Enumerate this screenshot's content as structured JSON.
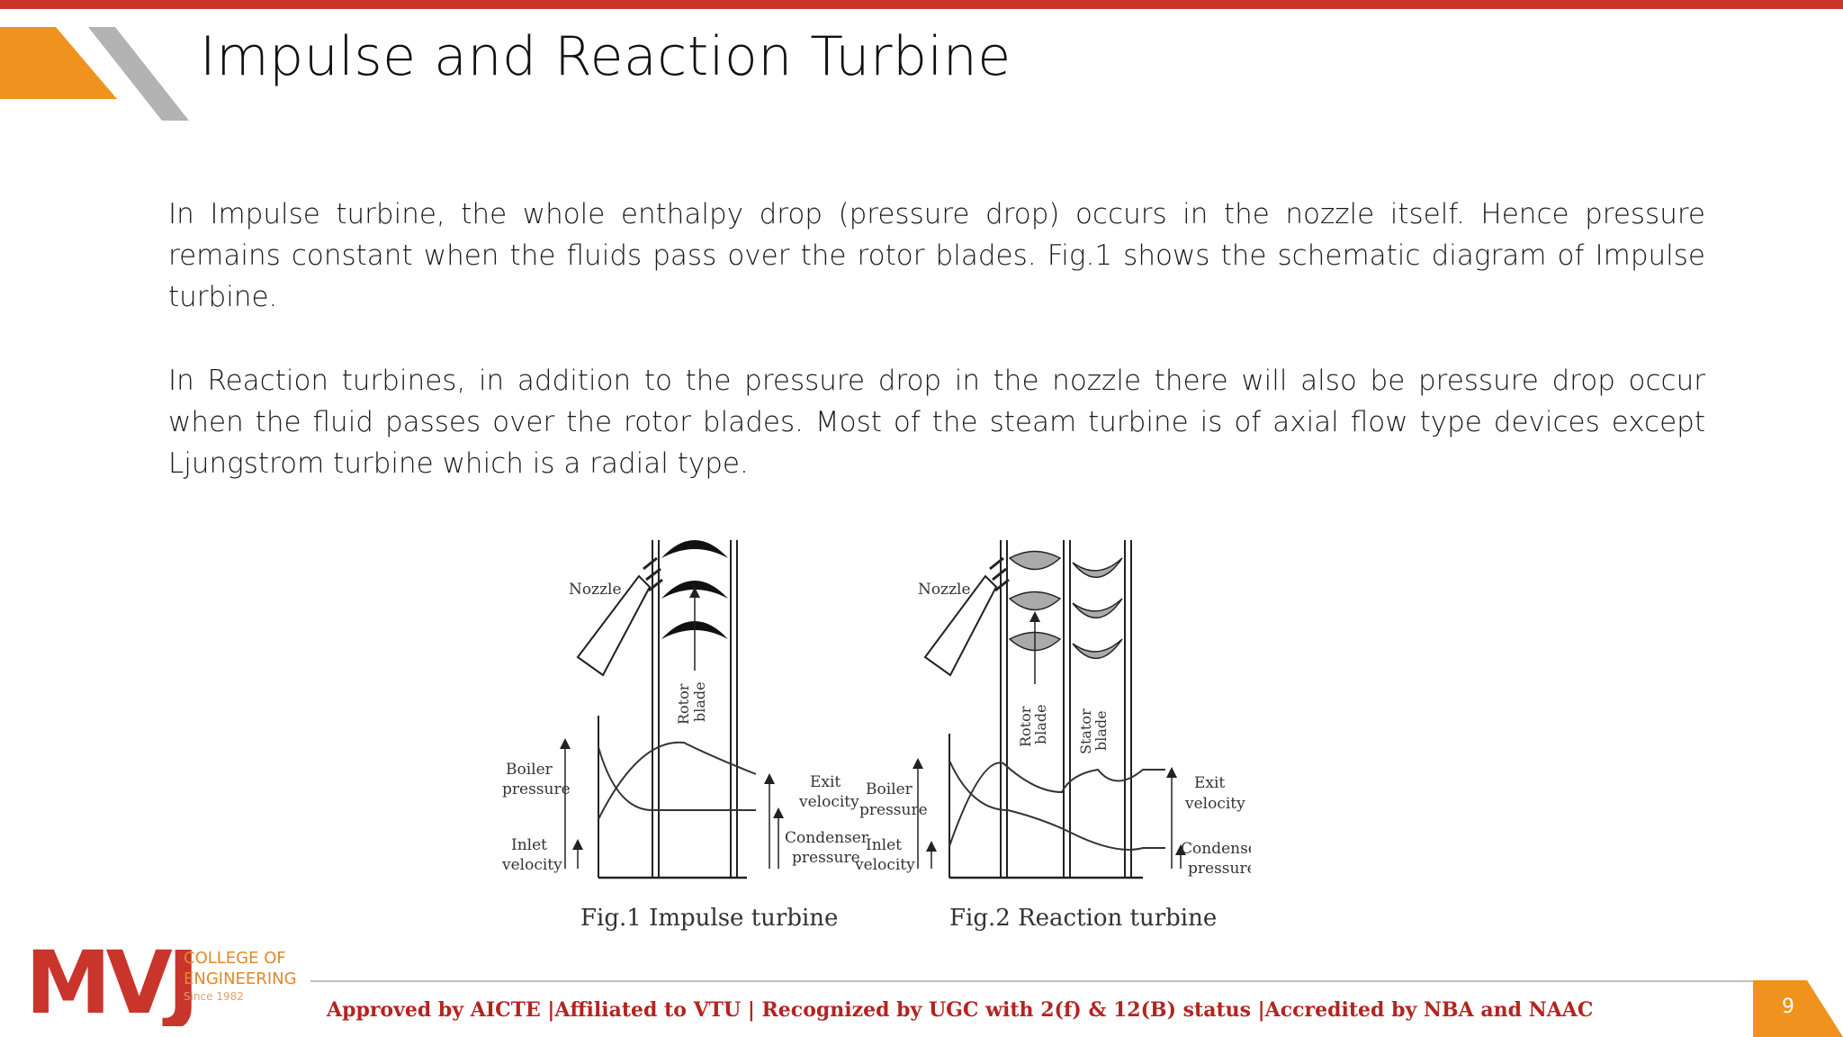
{
  "slide": {
    "title": "Impulse and Reaction Turbine",
    "paragraphs": [
      "In Impulse turbine, the whole enthalpy drop (pressure drop) occurs in the nozzle itself. Hence pressure remains constant when the fluids pass over the rotor blades. Fig.1 shows the schematic diagram of Impulse turbine.",
      "In Reaction turbines, in addition to the pressure drop in the nozzle there will also be pressure drop occur when the fluid passes over the rotor blades. Most of the steam turbine is of axial flow type devices except Ljungstrom turbine which is a radial type."
    ],
    "page_number": "9"
  },
  "figure": {
    "fig1": {
      "caption": "Fig.1 Impulse turbine",
      "nozzle": "Nozzle",
      "rotor_blade": [
        "Rotor",
        "blade"
      ],
      "boiler_pressure": [
        "Boiler",
        "pressure"
      ],
      "inlet_velocity": [
        "Inlet",
        "velocity"
      ],
      "exit_velocity": [
        "Exit",
        "velocity"
      ],
      "condenser_pressure": [
        "Condenser",
        "pressure"
      ]
    },
    "fig2": {
      "caption": "Fig.2 Reaction  turbine",
      "nozzle": "Nozzle",
      "rotor_blade": [
        "Rotor",
        "blade"
      ],
      "stator_blade": [
        "Stator",
        "blade"
      ],
      "boiler_pressure": [
        "Boiler",
        "pressure"
      ],
      "inlet_velocity": [
        "Inlet",
        "velocity"
      ],
      "exit_velocity": [
        "Exit",
        "velocity"
      ],
      "condenser_pressure": [
        "Condenser",
        "pressure"
      ]
    }
  },
  "logo": {
    "letters": "MVJ",
    "line1": "COLLEGE OF",
    "line2": "ENGINEERING",
    "since": "Since 1982"
  },
  "footer": {
    "accreditation": "Approved by AICTE |Affiliated to VTU | Recognized by UGC with 2(f) & 12(B) status |Accredited by NBA and NAAC"
  },
  "colors": {
    "top_bar": "#c9342b",
    "orange": "#f0921e",
    "grey": "#b3b3b3",
    "footer_text": "#b32420"
  }
}
